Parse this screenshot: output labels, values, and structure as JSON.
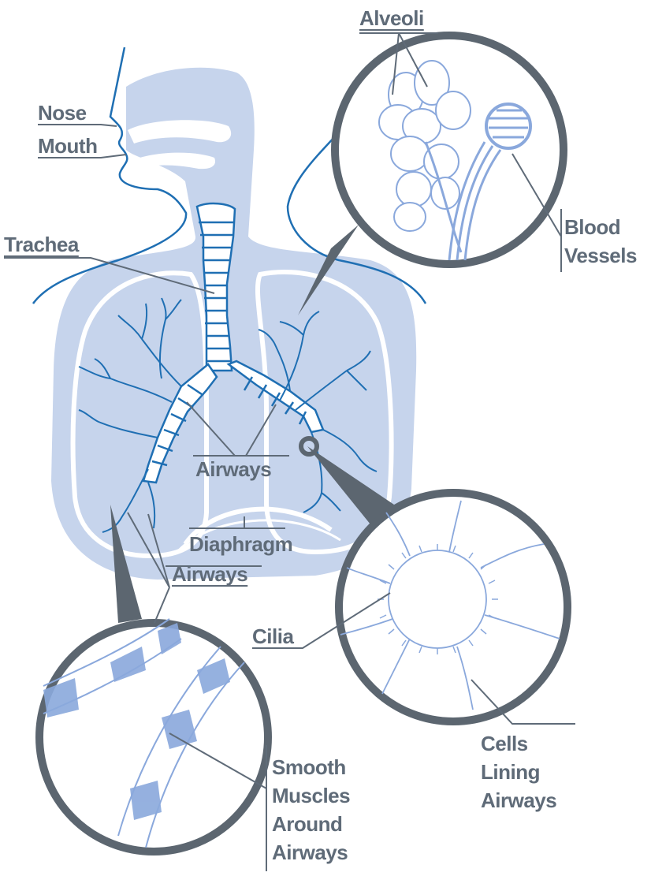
{
  "colors": {
    "body_fill": "#c6d4ec",
    "outline_blue": "#1f6fb3",
    "airway_fill": "#ffffff",
    "muscle_blue": "#8aa8dc",
    "lens_stroke": "#5c6670",
    "leader_line": "#5f6b78",
    "label_text": "#5f6b78"
  },
  "labels": {
    "nose": "Nose",
    "mouth": "Mouth",
    "trachea": "Trachea",
    "alveoli": "Alveoli",
    "blood_vessels": [
      "Blood",
      "Vessels"
    ],
    "airways_main": "Airways",
    "diaphragm": "Diaphragm",
    "airways_lower": "Airways",
    "cilia": "Cilia",
    "cells_lining": [
      "Cells",
      "Lining",
      "Airways"
    ],
    "smooth_muscles": [
      "Smooth",
      "Muscles",
      "Around",
      "Airways"
    ]
  }
}
